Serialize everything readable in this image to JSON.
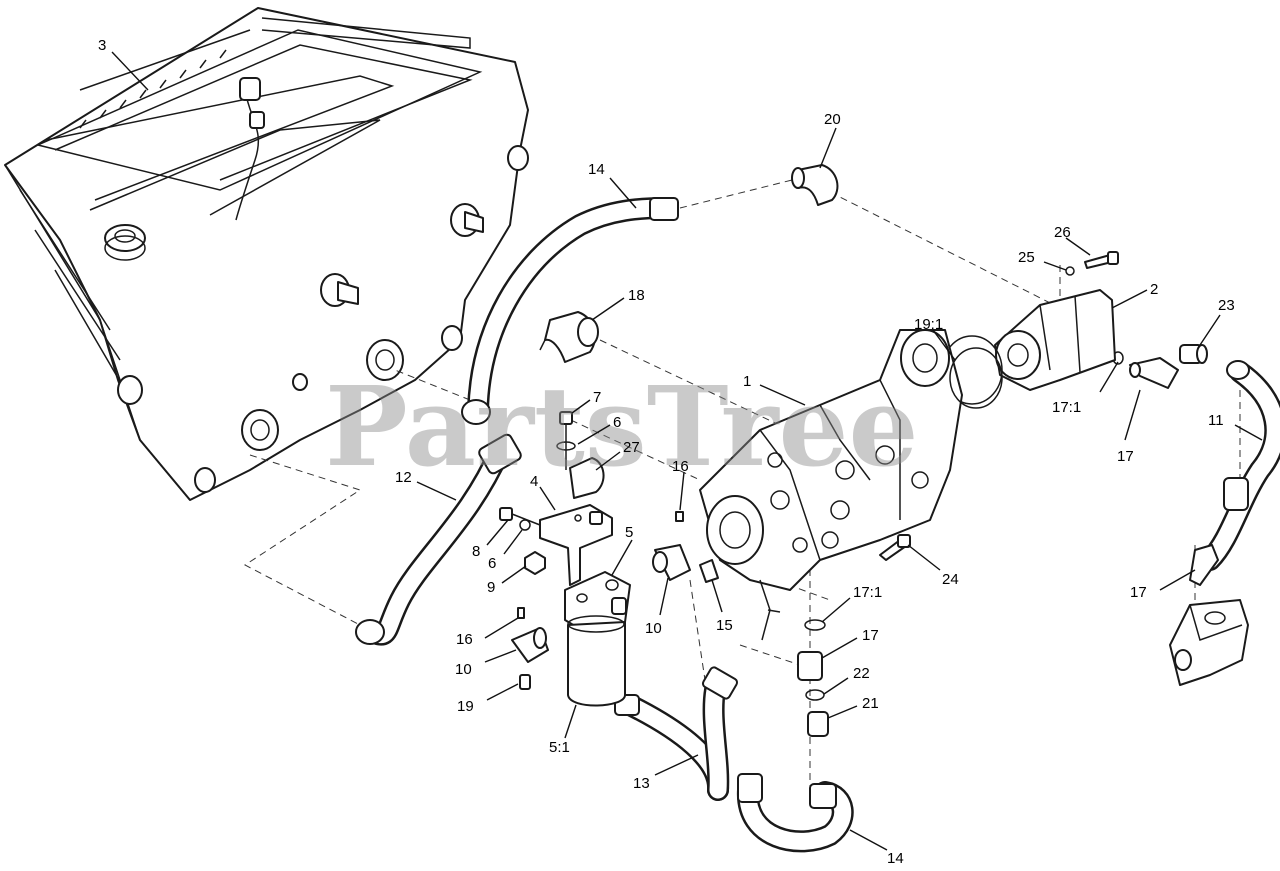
{
  "watermark": "PartsTree",
  "callouts": [
    {
      "id": "c1",
      "label": "1"
    },
    {
      "id": "c2",
      "label": "2"
    },
    {
      "id": "c3",
      "label": "3"
    },
    {
      "id": "c4",
      "label": "4"
    },
    {
      "id": "c5",
      "label": "5"
    },
    {
      "id": "c5_1",
      "label": "5:1"
    },
    {
      "id": "c6a",
      "label": "6"
    },
    {
      "id": "c6b",
      "label": "6"
    },
    {
      "id": "c7",
      "label": "7"
    },
    {
      "id": "c8",
      "label": "8"
    },
    {
      "id": "c9",
      "label": "9"
    },
    {
      "id": "c10a",
      "label": "10"
    },
    {
      "id": "c10b",
      "label": "10"
    },
    {
      "id": "c11",
      "label": "11"
    },
    {
      "id": "c12",
      "label": "12"
    },
    {
      "id": "c13",
      "label": "13"
    },
    {
      "id": "c14a",
      "label": "14"
    },
    {
      "id": "c14b",
      "label": "14"
    },
    {
      "id": "c15",
      "label": "15"
    },
    {
      "id": "c16a",
      "label": "16"
    },
    {
      "id": "c16b",
      "label": "16"
    },
    {
      "id": "c17a",
      "label": "17"
    },
    {
      "id": "c17b",
      "label": "17"
    },
    {
      "id": "c17c",
      "label": "17"
    },
    {
      "id": "c17_1a",
      "label": "17:1"
    },
    {
      "id": "c17_1b",
      "label": "17:1"
    },
    {
      "id": "c18",
      "label": "18"
    },
    {
      "id": "c19",
      "label": "19"
    },
    {
      "id": "c19_1",
      "label": "19:1"
    },
    {
      "id": "c20",
      "label": "20"
    },
    {
      "id": "c21",
      "label": "21"
    },
    {
      "id": "c22",
      "label": "22"
    },
    {
      "id": "c23",
      "label": "23"
    },
    {
      "id": "c24",
      "label": "24"
    },
    {
      "id": "c25",
      "label": "25"
    },
    {
      "id": "c26",
      "label": "26"
    },
    {
      "id": "c27",
      "label": "27"
    }
  ]
}
